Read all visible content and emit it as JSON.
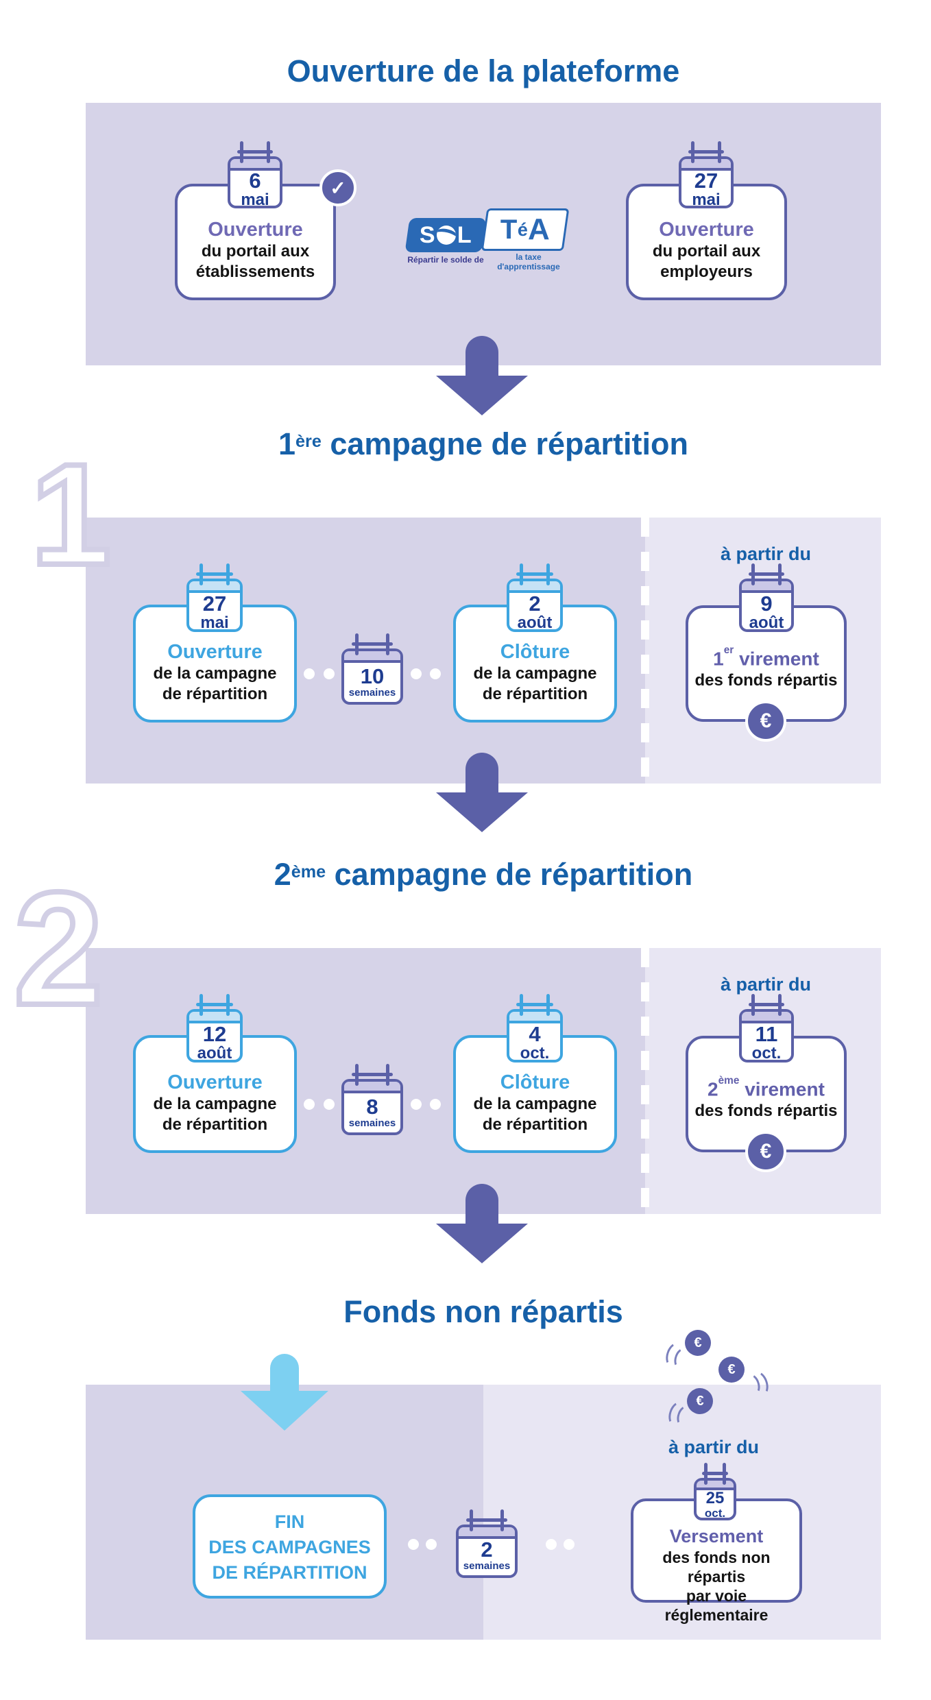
{
  "colors": {
    "title_blue": "#1660a8",
    "accent_purple": "#5b60a7",
    "light_blue": "#3ea5e0",
    "cyan_arrow": "#7dd0f1",
    "navy": "#1e3c90",
    "panel": "#d6d3e8",
    "panel_light": "#e8e6f3",
    "logo_blue": "#2a69b5"
  },
  "platform": {
    "title": "Ouverture de la plateforme",
    "check": "✓",
    "left_card": {
      "day": "6",
      "month": "mai",
      "heading": "Ouverture",
      "line1": "du portail aux",
      "line2": "établissements"
    },
    "right_card": {
      "day": "27",
      "month": "mai",
      "heading": "Ouverture",
      "line1": "du portail aux",
      "line2": "employeurs"
    },
    "logo": {
      "s": "S",
      "l": "L",
      "t": "T",
      "e": "é",
      "a": "A",
      "tagline_left": "Répartir le solde de",
      "tagline_right": "la taxe d'apprentissage"
    }
  },
  "campaign1": {
    "watermark": "1",
    "title": {
      "num": "1",
      "sup": "ère",
      "rest": " campagne de répartition"
    },
    "open_card": {
      "day": "27",
      "month": "mai",
      "heading": "Ouverture",
      "line1": "de la campagne",
      "line2": "de répartition"
    },
    "duration": {
      "value": "10",
      "unit": "semaines"
    },
    "close_card": {
      "day": "2",
      "month": "août",
      "heading": "Clôture",
      "line1": "de la campagne",
      "line2": "de répartition"
    },
    "payment": {
      "intro": "à partir du",
      "day": "9",
      "month": "août",
      "heading_num": "1",
      "heading_sup": "er",
      "heading_rest": " virement",
      "line1": "des fonds répartis",
      "euro": "€"
    }
  },
  "campaign2": {
    "watermark": "2",
    "title": {
      "num": "2",
      "sup": "ème",
      "rest": " campagne de répartition"
    },
    "open_card": {
      "day": "12",
      "month": "août",
      "heading": "Ouverture",
      "line1": "de la campagne",
      "line2": "de répartition"
    },
    "duration": {
      "value": "8",
      "unit": "semaines"
    },
    "close_card": {
      "day": "4",
      "month": "oct.",
      "heading": "Clôture",
      "line1": "de la campagne",
      "line2": "de répartition"
    },
    "payment": {
      "intro": "à partir du",
      "day": "11",
      "month": "oct.",
      "heading_num": "2",
      "heading_sup": "ème",
      "heading_rest": " virement",
      "line1": "des fonds répartis",
      "euro": "€"
    }
  },
  "fonds": {
    "title": "Fonds non répartis",
    "end_card": {
      "line1": "FIN",
      "line2": "DES CAMPAGNES",
      "line3": "DE RÉPARTITION"
    },
    "duration": {
      "value": "2",
      "unit": "semaines"
    },
    "payment": {
      "intro": "à partir du",
      "day": "25",
      "month": "oct.",
      "heading": "Versement",
      "line1": "des fonds non répartis",
      "line2": "par voie réglementaire"
    },
    "coin_euro": "€"
  }
}
